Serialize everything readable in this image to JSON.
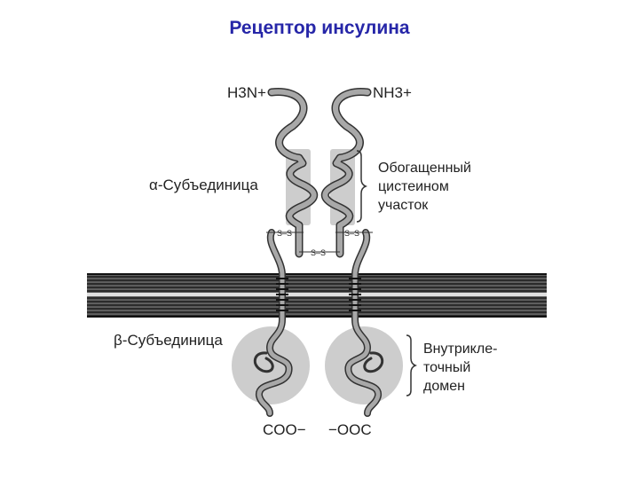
{
  "title": "Рецептор инсулина",
  "labels": {
    "n_left": "H3N+",
    "n_right": "NH3+",
    "alpha": "α-Субъединица",
    "cys_line1": "Обогащенный",
    "cys_line2": "цистеином",
    "cys_line3": "участок",
    "beta": "β-Субъединица",
    "intra_line1": "Внутрикле-",
    "intra_line2": "точный",
    "intra_line3": "домен",
    "c_left": "COO−",
    "c_right": "−OOC",
    "ss": "S–S"
  },
  "colors": {
    "title": "#2626a8",
    "chain_fill": "#a8a8a8",
    "shade": "#cdcdcd",
    "membrane": "#2b2b2b"
  }
}
